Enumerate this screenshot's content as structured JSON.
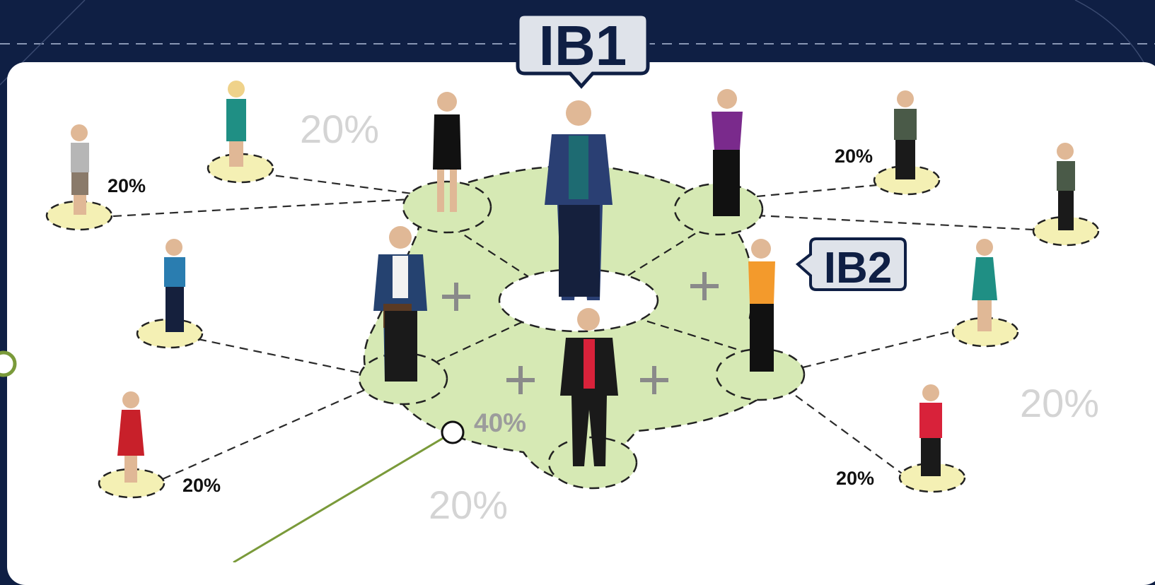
{
  "callouts": {
    "ib1": "IB1",
    "ib2": "IB2"
  },
  "labels": {
    "top_left_faded": "20%",
    "far_left_top": "20%",
    "top_right": "20%",
    "right_faded": "20%",
    "bottom_left": "20%",
    "bottom_right": "20%",
    "bottom_faded": "20%",
    "center": "40%"
  },
  "colors": {
    "background": "#0f1f44",
    "panel": "#ffffff",
    "inner_circle_fill": "#d6e9b4",
    "outer_pad_fill": "#f4f0b4",
    "connector_line": "#7a9a3a",
    "callout_fill": "#dfe3ea",
    "callout_text": "#0f1f44"
  }
}
